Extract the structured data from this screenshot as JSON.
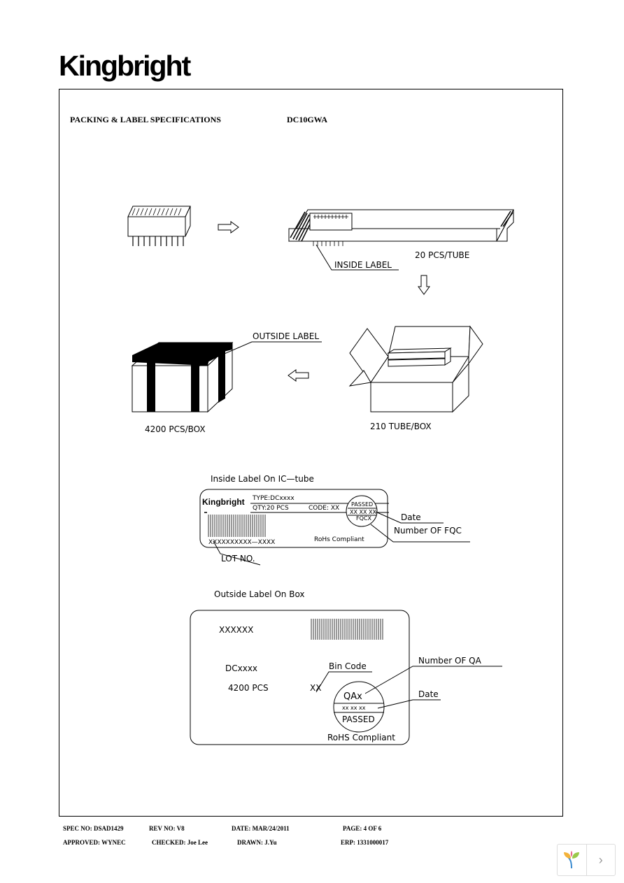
{
  "brand": "Kingbright",
  "header": {
    "title": "PACKING & LABEL SPECIFICATIONS",
    "part": "DC10GWA"
  },
  "packing": {
    "inside_label": "INSIDE LABEL",
    "pcs_tube": "20 PCS/TUBE",
    "outside_label": "OUTSIDE LABEL",
    "pcs_box": "4200 PCS/BOX",
    "tube_box": "210 TUBE/BOX"
  },
  "inside_label": {
    "title": "Inside Label On IC—tube",
    "brand": "Kingbright",
    "type": "TYPE:DCxxxx",
    "qty": "QTY:20 PCS",
    "code": "CODE: XX",
    "passed": "PASSED",
    "date_code": "XX XX XX",
    "fqc": "FQCX",
    "lot_code": "XXXXXXXXXX—XXXX",
    "rohs": "RoHs Compliant",
    "date": "Date",
    "number_fqc": "Number OF FQC",
    "lot_no": "LOT NO."
  },
  "outside_label": {
    "title": "Outside Label On Box",
    "code": "XXXXXX",
    "part": "DCxxxx",
    "qty": "4200 PCS",
    "bin": "XX",
    "bin_code": "Bin Code",
    "number_qa": "Number OF QA",
    "date": "Date",
    "qa": "QAx",
    "date_code": "xx  xx  xx",
    "passed": "PASSED",
    "rohs": "RoHS Compliant"
  },
  "footer": {
    "spec_no": "SPEC NO: DSAD1429",
    "rev_no": "REV NO: V8",
    "date": "DATE: MAR/24/2011",
    "page": "PAGE: 4 OF 6",
    "approved": "APPROVED: WYNEC",
    "checked": "CHECKED: Joe Lee",
    "drawn": "DRAWN: J.Yu",
    "erp": "ERP: 1331000017"
  },
  "nav": {
    "logo_icon": "leaf-logo-icon",
    "next_icon": "chevron-right-icon"
  }
}
